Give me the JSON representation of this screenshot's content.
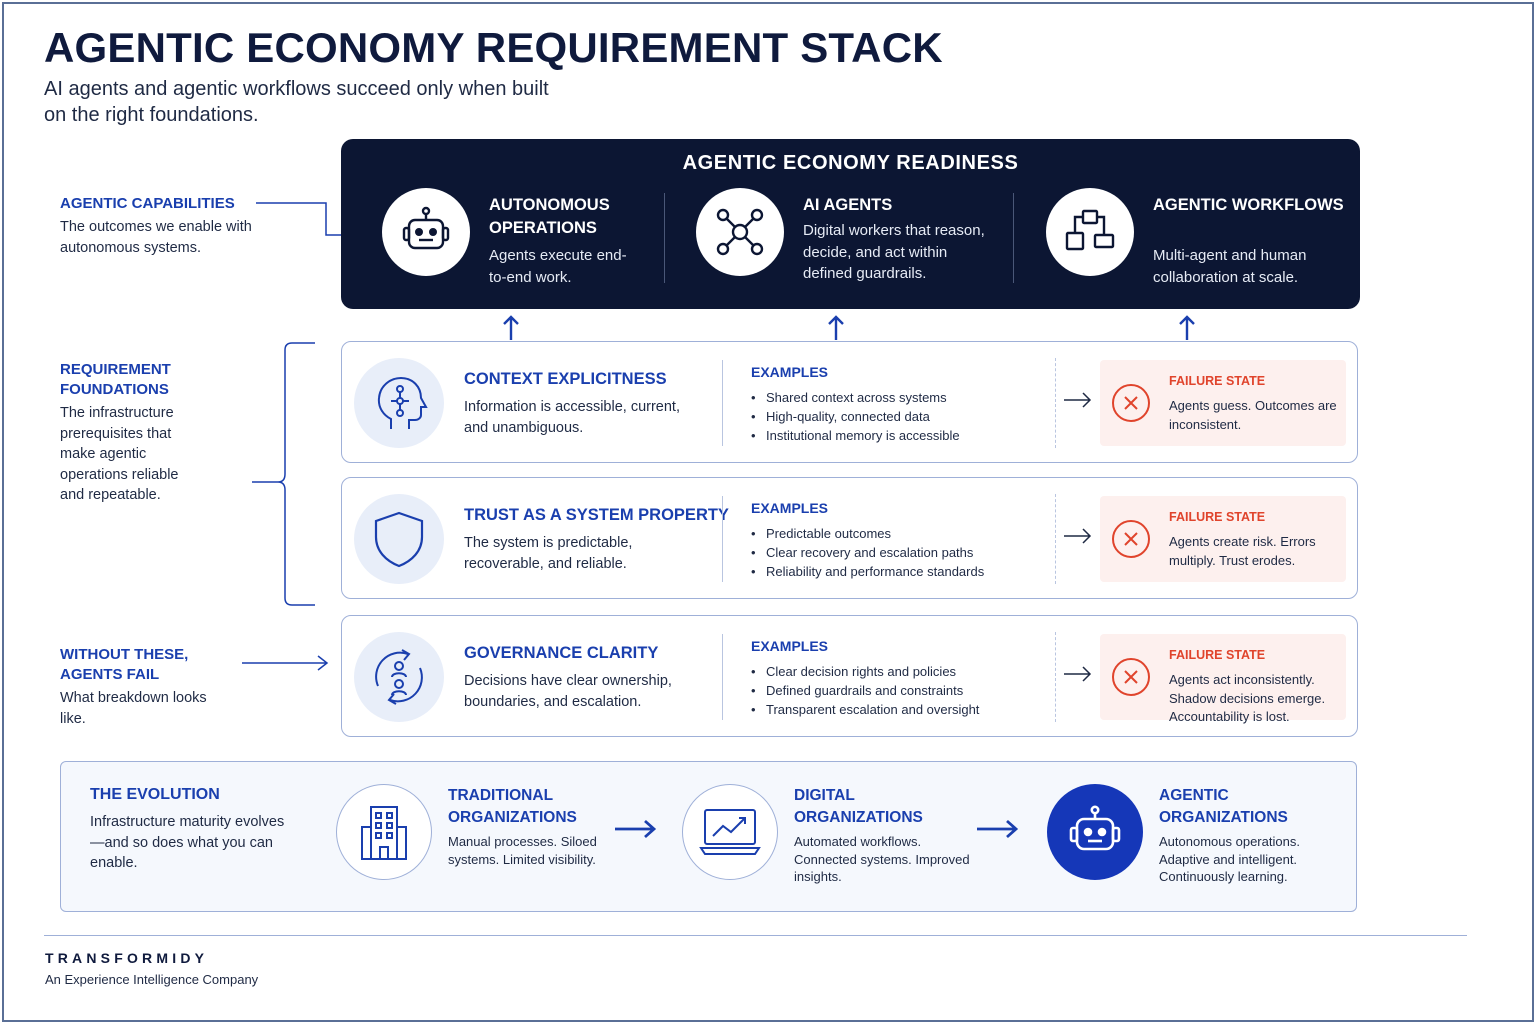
{
  "title": "AGENTIC ECONOMY REQUIREMENT STACK",
  "subtitle": "AI agents and agentic workflows succeed only when built on the right foundations.",
  "side_labels": {
    "capabilities": {
      "heading": "AGENTIC CAPABILITIES",
      "text": "The outcomes we enable with autonomous systems."
    },
    "foundations": {
      "heading": "REQUIREMENT FOUNDATIONS",
      "text": "The infrastructure prerequisites that make agentic operations reliable and repeatable."
    },
    "without": {
      "heading": "WITHOUT THESE, AGENTS FAIL",
      "text": "What breakdown looks like."
    }
  },
  "readiness": {
    "title": "AGENTIC ECONOMY READINESS",
    "capabilities": [
      {
        "title": "AUTONOMOUS OPERATIONS",
        "desc": "Agents execute end-to-end work.",
        "icon": "robot-icon"
      },
      {
        "title": "AI AGENTS",
        "desc": "Digital workers that reason, decide, and act within defined guardrails.",
        "icon": "network-icon"
      },
      {
        "title": "AGENTIC WORKFLOWS",
        "desc": "Multi-agent and human collaboration at scale.",
        "icon": "workflow-icon"
      }
    ]
  },
  "requirements": [
    {
      "title": "CONTEXT EXPLICITNESS",
      "desc": "Information is accessible, current, and unambiguous.",
      "icon": "head-circuit-icon",
      "examples_label": "EXAMPLES",
      "examples": [
        "Shared context across systems",
        "High-quality, connected data",
        "Institutional memory is accessible"
      ],
      "failure_label": "FAILURE STATE",
      "failure": "Agents guess. Outcomes are inconsistent."
    },
    {
      "title": "TRUST AS A SYSTEM PROPERTY",
      "desc": "The system is predictable, recoverable, and reliable.",
      "icon": "shield-icon",
      "examples_label": "EXAMPLES",
      "examples": [
        "Predictable outcomes",
        "Clear recovery and escalation paths",
        "Reliability and performance standards"
      ],
      "failure_label": "FAILURE STATE",
      "failure": "Agents create risk. Errors multiply. Trust erodes."
    },
    {
      "title": "GOVERNANCE CLARITY",
      "desc": "Decisions have clear ownership, boundaries, and escalation.",
      "icon": "governance-icon",
      "examples_label": "EXAMPLES",
      "examples": [
        "Clear decision rights and policies",
        "Defined guardrails and constraints",
        "Transparent escalation and oversight"
      ],
      "failure_label": "FAILURE STATE",
      "failure": "Agents act inconsistently. Shadow decisions emerge. Accountability is lost."
    }
  ],
  "evolution": {
    "title": "THE EVOLUTION",
    "desc": "Infrastructure maturity evolves—and so does what you can enable.",
    "stages": [
      {
        "title": "TRADITIONAL ORGANIZATIONS",
        "desc": "Manual processes. Siloed systems. Limited visibility.",
        "icon": "building-icon"
      },
      {
        "title": "DIGITAL ORGANIZATIONS",
        "desc": "Automated workflows. Connected systems. Improved insights.",
        "icon": "monitor-chart-icon"
      },
      {
        "title": "AGENTIC ORGANIZATIONS",
        "desc": "Autonomous operations. Adaptive and intelligent. Continuously learning.",
        "icon": "robot-icon"
      }
    ]
  },
  "footer": {
    "brand": "TRANSFORMIDY",
    "tagline": "An Experience Intelligence Company"
  },
  "colors": {
    "navy": "#0c1633",
    "accent": "#1a3fae",
    "failure": "#e0442c",
    "failure_bg": "#fdf0ee"
  }
}
